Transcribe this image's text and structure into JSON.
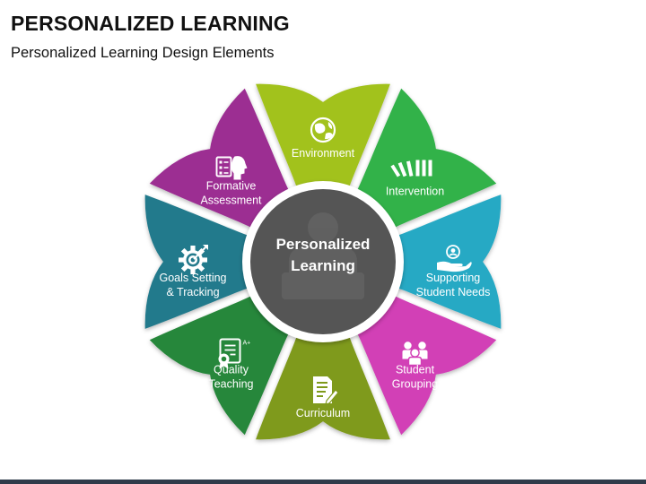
{
  "title": "PERSONALIZED LEARNING",
  "subtitle": "Personalized Learning Design Elements",
  "center": {
    "lines": [
      "Personalized",
      "Learning"
    ],
    "fill": "#555555",
    "ring": "#ffffff"
  },
  "segments": [
    {
      "id": "environment",
      "lines": [
        "Environment"
      ],
      "color": "#a2c21a",
      "icon": "globe-leaf-icon"
    },
    {
      "id": "intervention",
      "lines": [
        "Intervention"
      ],
      "color": "#33b24a",
      "icon": "dominoes-icon"
    },
    {
      "id": "supporting-student-needs",
      "lines": [
        "Supporting",
        "Student Needs"
      ],
      "color": "#28a9c4",
      "icon": "hand-support-icon"
    },
    {
      "id": "student-grouping",
      "lines": [
        "Student",
        "Grouping"
      ],
      "color": "#d23fb6",
      "icon": "group-icon"
    },
    {
      "id": "curriculum",
      "lines": [
        "Curriculum"
      ],
      "color": "#7f9a1b",
      "icon": "document-pen-icon"
    },
    {
      "id": "quality-teaching",
      "lines": [
        "Quality",
        "Teaching"
      ],
      "color": "#27873a",
      "icon": "certificate-icon"
    },
    {
      "id": "goals-setting-tracking",
      "lines": [
        "Goals Setting",
        "& Tracking"
      ],
      "color": "#247a8c",
      "icon": "gear-target-icon"
    },
    {
      "id": "formative-assessment",
      "lines": [
        "Formative",
        "Assessment"
      ],
      "color": "#9c2d92",
      "icon": "checklist-head-icon"
    }
  ]
}
